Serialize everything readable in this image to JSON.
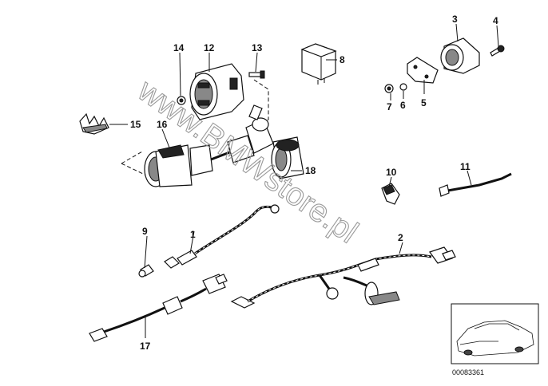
{
  "watermark": "www.BMWstore.pl",
  "diagram_code": "00083361",
  "parts": [
    {
      "id": "p1",
      "label": "1"
    },
    {
      "id": "p2",
      "label": "2"
    },
    {
      "id": "p3",
      "label": "3"
    },
    {
      "id": "p4",
      "label": "4"
    },
    {
      "id": "p5",
      "label": "5"
    },
    {
      "id": "p6",
      "label": "6"
    },
    {
      "id": "p7",
      "label": "7"
    },
    {
      "id": "p8",
      "label": "8"
    },
    {
      "id": "p9",
      "label": "9"
    },
    {
      "id": "p10",
      "label": "10"
    },
    {
      "id": "p11",
      "label": "11"
    },
    {
      "id": "p12",
      "label": "12"
    },
    {
      "id": "p13",
      "label": "13"
    },
    {
      "id": "p14",
      "label": "14"
    },
    {
      "id": "p15",
      "label": "15"
    },
    {
      "id": "p16",
      "label": "16"
    },
    {
      "id": "p17",
      "label": "17"
    },
    {
      "id": "p18",
      "label": "18"
    }
  ]
}
